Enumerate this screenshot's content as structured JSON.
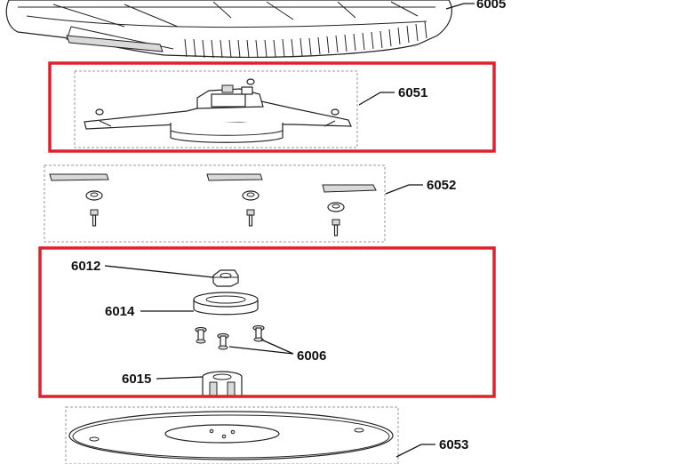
{
  "colors": {
    "highlight": "#e0202a",
    "line": "#222222",
    "fill": "#d9d9d9"
  },
  "labels": {
    "p6005": "6005",
    "p6051": "6051",
    "p6052": "6052",
    "p6012": "6012",
    "p6014": "6014",
    "p6006": "6006",
    "p6015": "6015",
    "p6053": "6053"
  }
}
